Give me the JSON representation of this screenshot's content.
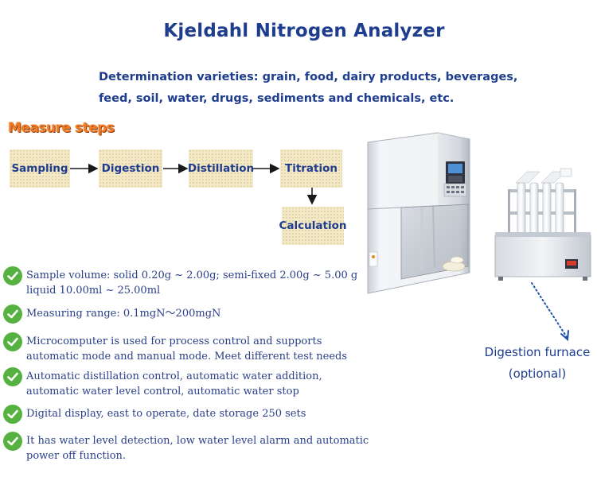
{
  "title": "Kjeldahl Nitrogen Analyzer",
  "varieties": {
    "line1": "Determination varieties: grain, food, dairy products, beverages,",
    "line2": "feed, soil, water, drugs, sediments and chemicals, etc."
  },
  "measure_steps": {
    "heading": "Measure steps",
    "steps": [
      "Sampling",
      "Digestion",
      "Distillation",
      "Titration",
      "Calculation"
    ]
  },
  "features": [
    "Sample volume: solid 0.20g ~ 2.00g; semi-fixed 2.00g ~ 5.00 g",
    "liquid 10.00ml ~ 25.00ml",
    "Measuring range: 0.1mgN～200mgN",
    "Microcomputer is used for process control and supports",
    "automatic mode and manual mode. Meet different test needs",
    "Automatic distillation control, automatic water addition,",
    "automatic water level control, automatic water stop",
    "Digital display, east to operate, date storage 250 sets",
    "It has water level detection, low water level alarm and automatic",
    "power off function."
  ],
  "furnace_label": {
    "line1": "Digestion furnace",
    "line2": "(optional)"
  },
  "colors": {
    "title_blue": "#1e3d8f",
    "step_box": "#f4e9c8",
    "heading_orange": "#f07a26",
    "check_green": "#55b240"
  },
  "icons": {
    "feature_bullet": "check-circle-icon",
    "flow_arrow": "arrow-right-icon"
  }
}
